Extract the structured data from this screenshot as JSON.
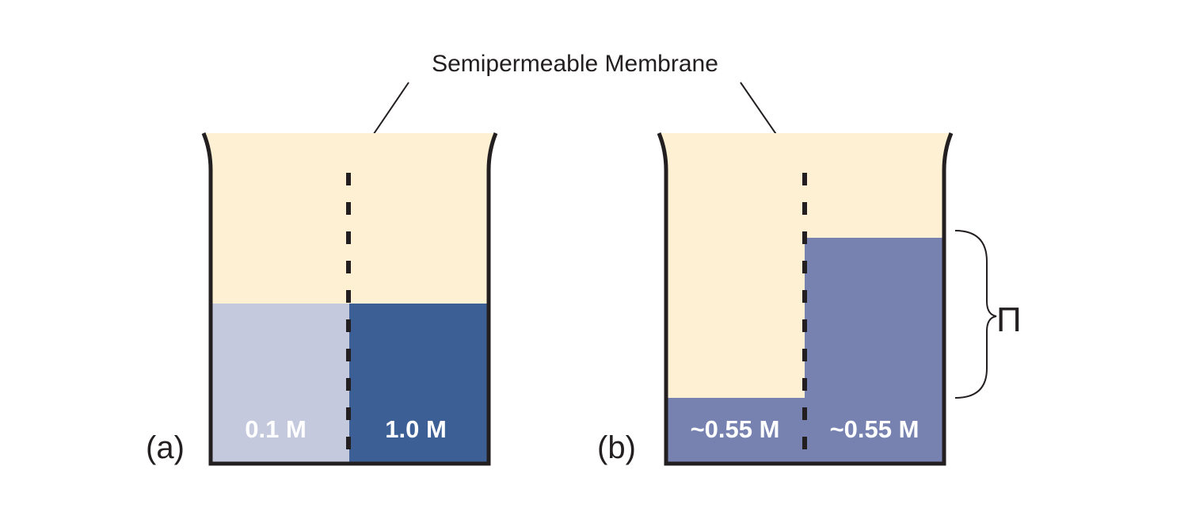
{
  "title": "Semipermeable Membrane",
  "colors": {
    "solvent": "#fef0d3",
    "dilute": "#c4c9de",
    "concentrated": "#3c5f96",
    "equilibrium": "#7782b0",
    "outline": "#231f20"
  },
  "panel_a": {
    "label": "(a)",
    "left_concentration": "0.1 M",
    "right_concentration": "1.0 M"
  },
  "panel_b": {
    "label": "(b)",
    "left_concentration": "~0.55 M",
    "right_concentration": "~0.55 M",
    "pressure_symbol": "Π"
  }
}
